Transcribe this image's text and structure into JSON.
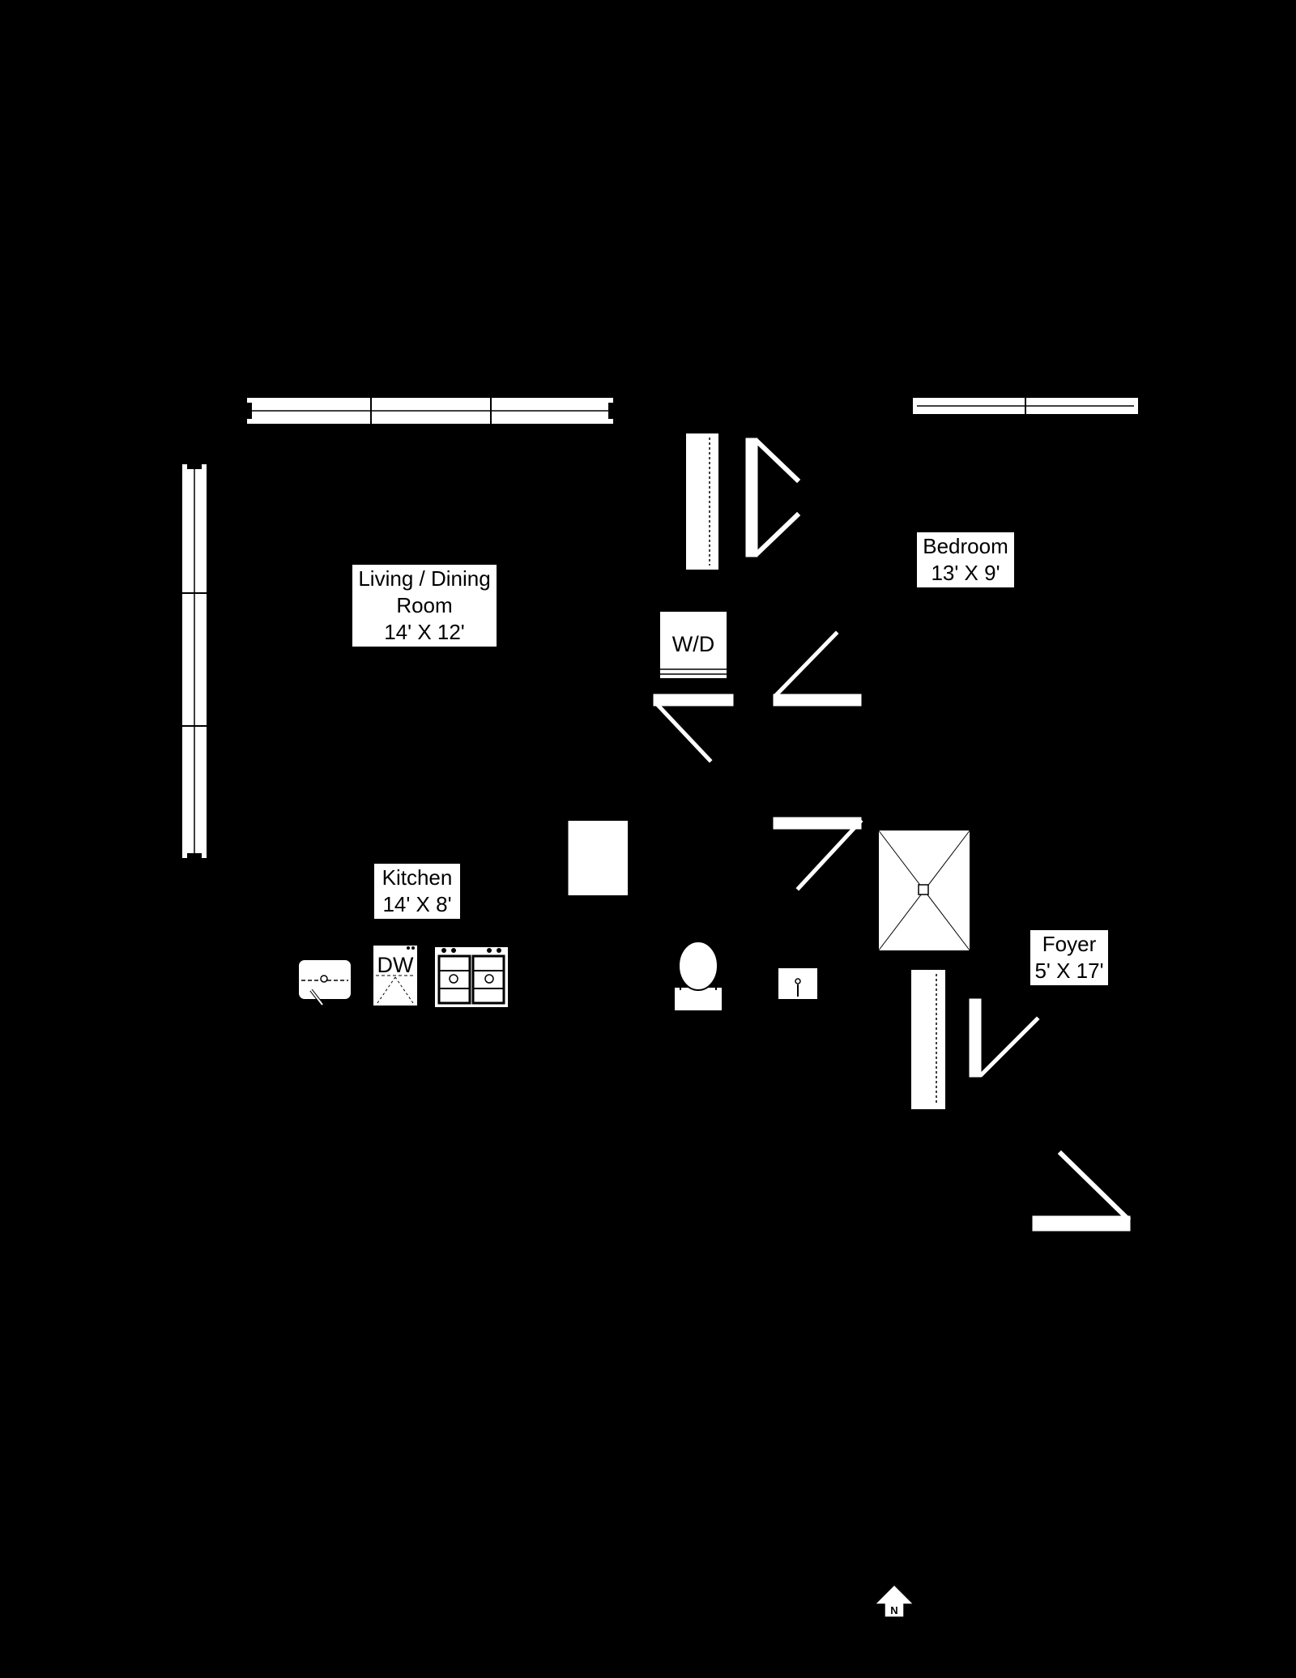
{
  "rooms": {
    "living": {
      "name": "Living / Dining",
      "name2": "Room",
      "size": "14' X 12'"
    },
    "bedroom": {
      "name": "Bedroom",
      "size": "13' X 9'"
    },
    "kitchen": {
      "name": "Kitchen",
      "size": "14' X 8'"
    },
    "foyer": {
      "name": "Foyer",
      "size": "5' X 17'"
    }
  },
  "fixtures": {
    "washer_dryer": "W/D",
    "dishwasher": "DW"
  },
  "compass": {
    "label": "N"
  },
  "colors": {
    "background": "#000000",
    "line": "#ffffff"
  }
}
